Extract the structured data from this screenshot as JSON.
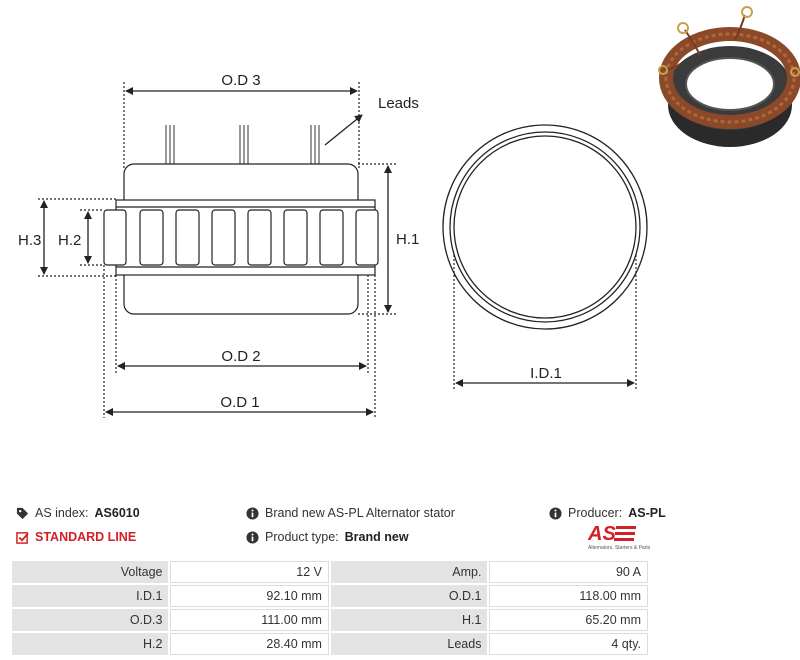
{
  "diagram": {
    "labels": {
      "od3": "O.D 3",
      "leads": "Leads",
      "h3": "H.3",
      "h2": "H.2",
      "h1": "H.1",
      "od2": "O.D 2",
      "od1": "O.D 1",
      "id1": "I.D.1"
    }
  },
  "info": {
    "as_index_label": "AS index:",
    "as_index_value": "AS6010",
    "standard_line": "STANDARD LINE",
    "description": "Brand new AS-PL Alternator stator",
    "product_type_label": "Product type:",
    "product_type_value": "Brand new",
    "producer_label": "Producer:",
    "producer_value": "AS-PL"
  },
  "logo": {
    "brand": "AS",
    "tagline": "Alternators, Starters & Parts"
  },
  "specs": [
    {
      "k1": "Voltage",
      "v1": "12 V",
      "k2": "Amp.",
      "v2": "90 A"
    },
    {
      "k1": "I.D.1",
      "v1": "92.10 mm",
      "k2": "O.D.1",
      "v2": "118.00 mm"
    },
    {
      "k1": "O.D.3",
      "v1": "111.00 mm",
      "k2": "H.1",
      "v2": "65.20 mm"
    },
    {
      "k1": "H.2",
      "v1": "28.40 mm",
      "k2": "Leads",
      "v2": "4 qty."
    }
  ],
  "colors": {
    "accent_red": "#d32027",
    "line": "#222222",
    "key_cell_bg": "#e3e3e3"
  }
}
